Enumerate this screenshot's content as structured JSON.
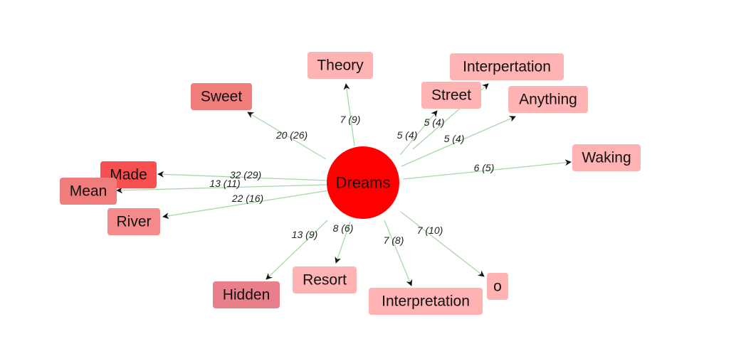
{
  "graph": {
    "center": {
      "label": "Dreams",
      "color": "#ff0000"
    },
    "edge_color": "#a8d8a8",
    "arrow_color": "#111111",
    "nodes": [
      {
        "id": "theory",
        "label": "Theory",
        "color": "#ffb3b3",
        "edge_label": "7 (9)"
      },
      {
        "id": "interpertation",
        "label": "Interpertation",
        "color": "#ffb3b3",
        "edge_label": "5 (4)"
      },
      {
        "id": "street",
        "label": "Street",
        "color": "#ffb3b3",
        "edge_label": "5 (4)"
      },
      {
        "id": "anything",
        "label": "Anything",
        "color": "#ffb3b3",
        "edge_label": "5 (4)"
      },
      {
        "id": "sweet",
        "label": "Sweet",
        "color": "#f07c7c",
        "edge_label": "20 (26)"
      },
      {
        "id": "waking",
        "label": "Waking",
        "color": "#ffb3b3",
        "edge_label": "6 (5)"
      },
      {
        "id": "made",
        "label": "Made",
        "color": "#f85050",
        "edge_label": "32 (29)"
      },
      {
        "id": "mean",
        "label": "Mean",
        "color": "#f07c7c",
        "edge_label": "13 (11)"
      },
      {
        "id": "river",
        "label": "River",
        "color": "#f58a8a",
        "edge_label": "22 (16)"
      },
      {
        "id": "hidden",
        "label": "Hidden",
        "color": "#e87f8a",
        "edge_label": "13 (9)"
      },
      {
        "id": "resort",
        "label": "Resort",
        "color": "#ffb3b3",
        "edge_label": "8 (6)"
      },
      {
        "id": "interpretation",
        "label": "Interpretation",
        "color": "#ffb3b3",
        "edge_label": "7 (8)"
      },
      {
        "id": "o",
        "label": "o",
        "color": "#ffb3b3",
        "edge_label": "7 (10)"
      }
    ]
  }
}
